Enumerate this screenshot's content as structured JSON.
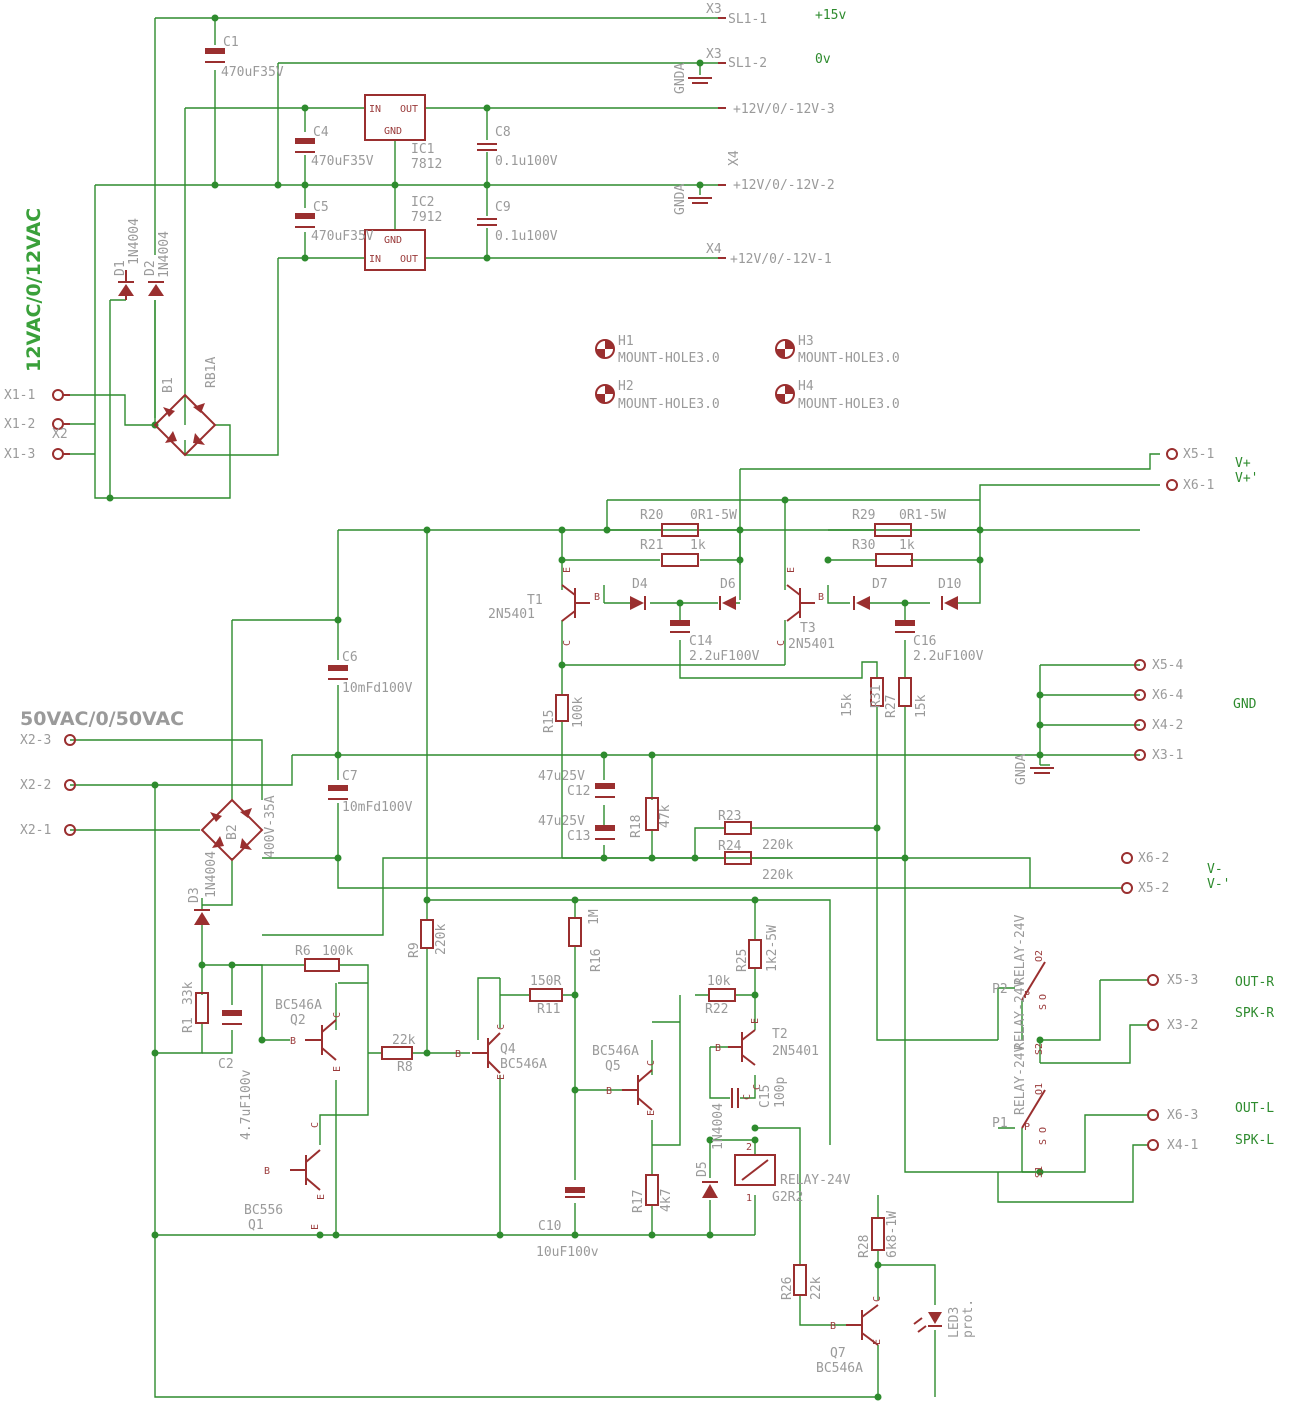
{
  "supply": {
    "input_12v": "12VAC/0/12VAC",
    "input_50v": "50VAC/0/50VAC"
  },
  "connectors": {
    "x1_1": "X1-1",
    "x1_2": "X1-2",
    "x1_3": "X1-3",
    "x2": "X2",
    "x2_1": "X2-1",
    "x2_2": "X2-2",
    "x2_3": "X2-3",
    "x3_top": "X3",
    "sl1_1": "SL1-1",
    "sl1_2": "SL1-2",
    "x4": "X4",
    "out_3": "+12V/0/-12V-3",
    "out_2": "+12V/0/-12V-2",
    "out_1": "+12V/0/-12V-1",
    "x5_1": "X5-1",
    "x6_1": "X6-1",
    "x5_4": "X5-4",
    "x6_4": "X6-4",
    "x4_2": "X4-2",
    "x3_1": "X3-1",
    "x6_2": "X6-2",
    "x5_2": "X5-2",
    "x5_3": "X5-3",
    "x3_2": "X3-2",
    "x6_3": "X6-3",
    "x4_1": "X4-1"
  },
  "nets": {
    "plus15": "+15v",
    "zero": "0v",
    "gnda": "GNDA",
    "vplus": "V+",
    "vplus2": "V+'",
    "gnd": "GND",
    "vminus": "V-",
    "vminus2": "V-'",
    "out_r": "OUT-R",
    "spk_r": "SPK-R",
    "out_l": "OUT-L",
    "spk_l": "SPK-L"
  },
  "parts": {
    "c1": "C1",
    "c1_val": "470uF35V",
    "c4": "C4",
    "c4_val": "470uF35V",
    "c5": "C5",
    "c5_val": "470uF35V",
    "ic1": "IC1",
    "ic1_val": "7812",
    "ic2": "IC2",
    "ic2_val": "7912",
    "pin_in": "IN",
    "pin_out": "OUT",
    "pin_gnd": "GND",
    "c8": "C8",
    "c8_val": "0.1u100V",
    "c9": "C9",
    "c9_val": "0.1u100V",
    "d1": "D1",
    "d2": "D2",
    "d1_val": "1N4004",
    "d2_val": "1N4004",
    "b1": "B1",
    "b1_val": "RB1A",
    "h1": "H1",
    "h2": "H2",
    "h3": "H3",
    "h4": "H4",
    "mount": "MOUNT-HOLE3.0",
    "r20": "R20",
    "r20_val": "0R1-5W",
    "r21": "R21",
    "r21_val": "1k",
    "r29": "R29",
    "r29_val": "0R1-5W",
    "r30": "R30",
    "r30_val": "1k",
    "t1": "T1",
    "t1_val": "2N5401",
    "t3": "T3",
    "t3_val": "2N5401",
    "d4": "D4",
    "d6": "D6",
    "d7": "D7",
    "d10": "D10",
    "c14": "C14",
    "c14_val": "2.2uF100V",
    "c16": "C16",
    "c16_val": "2.2uF100V",
    "c6": "C6",
    "c6_val": "10mFd100V",
    "c7": "C7",
    "c7_val": "10mFd100V",
    "r15": "R15",
    "r15_val": "100k",
    "c12": "C12",
    "c13": "C13",
    "c12_val": "47u25V",
    "c13_val": "47u25V",
    "r18": "R18",
    "r18_val": "47k",
    "r27": "R27",
    "r27_val": "15k",
    "r31": "R31",
    "r31_val": "15k",
    "r23": "R23",
    "r23_val": "220k",
    "r24": "R24",
    "r24_val": "220k",
    "r24_val2": "220k",
    "b2": "B2",
    "b2_val": "400V-35A",
    "d3": "D3",
    "d3_val": "1N4004",
    "r1": "R1",
    "r1_val": "33k",
    "c2": "C2",
    "c2_val": "4.7uF100v",
    "r6": "R6",
    "r6_val": "100k",
    "q2": "Q2",
    "q2_val": "BC546A",
    "q1": "Q1",
    "q1_val": "BC556",
    "r8": "R8",
    "r8_val": "22k",
    "r9": "R9",
    "r9_val": "220k",
    "q4": "Q4",
    "q4_val": "BC546A",
    "r11": "R11",
    "r11_val": "150R",
    "r16": "R16",
    "r16_val": "1M",
    "q5": "Q5",
    "q5_val": "BC546A",
    "r17": "R17",
    "r17_val": "4k7",
    "c10": "C10",
    "c10_val": "10uF100v",
    "r22": "R22",
    "r22_val": "10k",
    "r25": "R25",
    "r25_val": "1k2-5W",
    "t2": "T2",
    "t2_val": "2N5401",
    "c15": "C15",
    "c15_val": "100p",
    "d5": "D5",
    "d5_val": "1N4004",
    "relay_coil": "RELAY-24V",
    "relay_model": "G2R2",
    "r26": "R26",
    "r26_val": "22k",
    "r28": "R28",
    "r28_val": "6k8-1W",
    "q7": "Q7",
    "q7_val": "BC546A",
    "led3": "LED3",
    "led3_val": "prot.",
    "relay_24v": "RELAY-24V",
    "p1": "P1",
    "p2": "P2",
    "s1": "S1",
    "s2": "S2",
    "o1": "O1",
    "o2": "O2",
    "pin_p": "P",
    "pin_s": "S",
    "pin_o": "O",
    "pin_b": "B",
    "pin_c": "C",
    "pin_e": "E",
    "pin_1": "1",
    "pin_2": "2"
  }
}
